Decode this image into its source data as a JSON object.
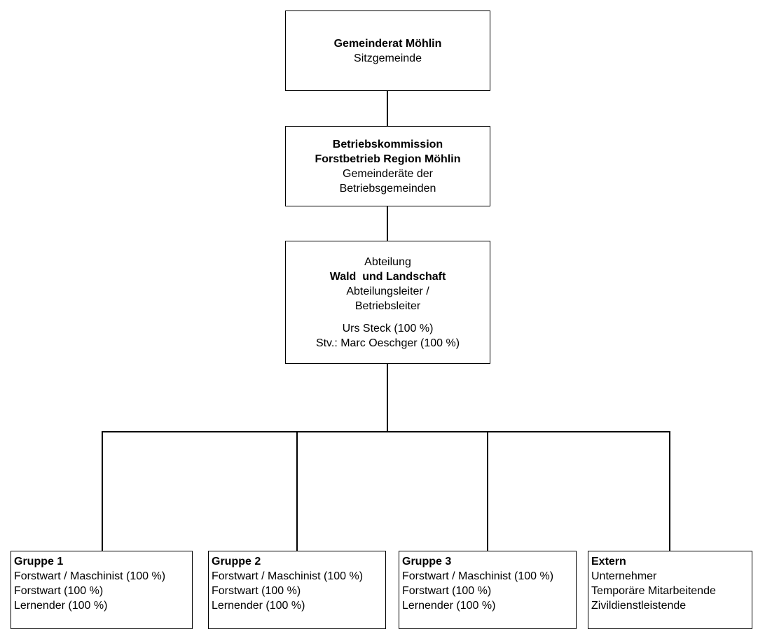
{
  "gemeinderat": {
    "title": "Gemeinderat Möhlin",
    "subtitle": "Sitzgemeinde"
  },
  "betriebskommission": {
    "title_line1": "Betriebskommission",
    "title_line2": "Forstbetrieb Region Möhlin",
    "sub_line1": "Gemeinderäte der",
    "sub_line2": "Betriebsgemeinden"
  },
  "abteilung": {
    "line1": "Abteilung",
    "title": "Wald  und Landschaft",
    "role_line1": "Abteilungsleiter /",
    "role_line2": "Betriebsleiter",
    "person": "Urs Steck (100 %)",
    "deputy": "Stv.: Marc Oeschger (100 %)"
  },
  "groups": [
    {
      "title": "Gruppe 1",
      "lines": [
        "Forstwart / Maschinist (100 %)",
        "Forstwart (100 %)",
        "Lernender (100 %)"
      ]
    },
    {
      "title": "Gruppe 2",
      "lines": [
        "Forstwart / Maschinist (100 %)",
        "Forstwart (100 %)",
        "Lernender (100 %)"
      ]
    },
    {
      "title": "Gruppe 3",
      "lines": [
        "Forstwart / Maschinist (100 %)",
        "Forstwart (100 %)",
        "Lernender (100 %)"
      ]
    },
    {
      "title": "Extern",
      "lines": [
        "Unternehmer",
        "Temporäre Mitarbeitende",
        "Zivildienstleistende"
      ]
    }
  ]
}
